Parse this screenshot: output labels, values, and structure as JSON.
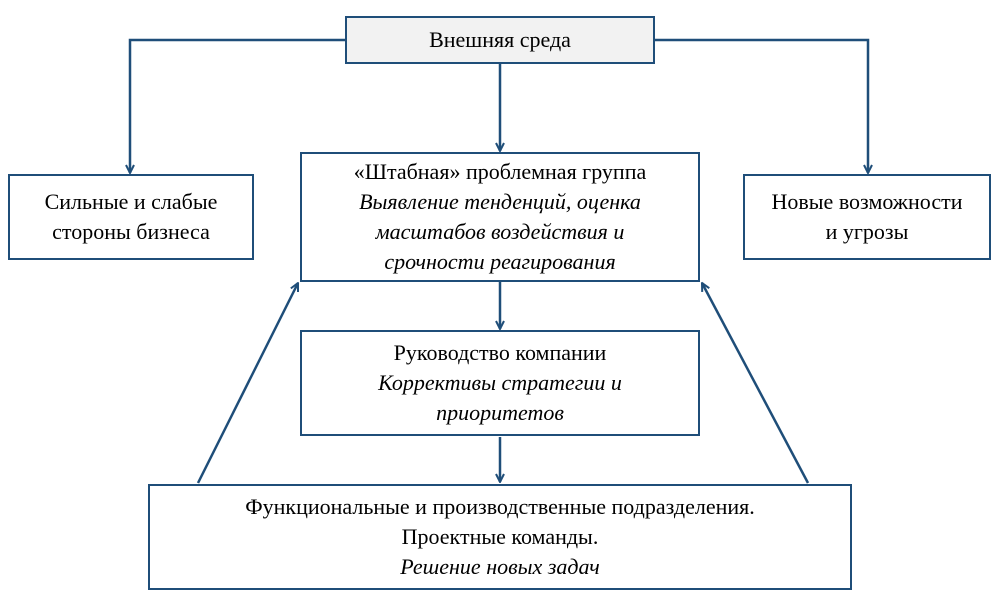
{
  "nodes": {
    "env": {
      "label": "Внешняя среда"
    },
    "strengths": {
      "lines": [
        "Сильные и слабые",
        "стороны бизнеса"
      ]
    },
    "opportunities": {
      "lines": [
        "Новые возможности",
        "и угрозы"
      ]
    },
    "staff": {
      "title": "«Штабная» проблемная группа",
      "italic_lines": [
        "Выявление тенденций, оценка",
        "масштабов воздействия и",
        "срочности реагирования"
      ]
    },
    "management": {
      "title": "Руководство компании",
      "italic_lines": [
        "Коррективы стратегии и",
        "приоритетов"
      ]
    },
    "divisions": {
      "lines": [
        "Функциональные и производственные подразделения.",
        "Проектные команды."
      ],
      "italic_line": "Решение новых задач"
    }
  },
  "colors": {
    "border": "#1f4e79",
    "arrow": "#1f4e79",
    "env_fill": "#f2f2f2"
  }
}
